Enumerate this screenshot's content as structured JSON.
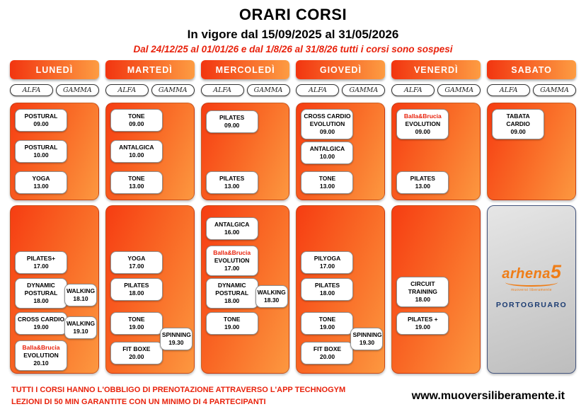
{
  "header": {
    "title": "ORARI CORSI",
    "subtitle": "In vigore dal 15/09/2025 al 31/05/2026",
    "notice": "Dal 24/12/25 al 01/01/26 e dal 1/8/26 al 31/8/26 tutti i corsi sono sospesi"
  },
  "groups": {
    "alfa": "ALFA",
    "gamma": "GAMMA"
  },
  "days": [
    {
      "label": "LUNEDÌ",
      "am": [
        {
          "name": "POSTURAL",
          "time": "09.00"
        },
        {
          "name": "POSTURAL",
          "time": "10.00"
        },
        {
          "name": "YOGA",
          "time": "13.00"
        }
      ],
      "pm": [
        {
          "name": "PILATES+",
          "time": "17.00"
        },
        {
          "name": "DYNAMIC POSTURAL",
          "time": "18.00"
        },
        {
          "name": "CROSS CARDIO",
          "time": "19.00"
        },
        {
          "brand": "Balla&Brucia",
          "name": "EVOLUTION",
          "time": "20.10"
        }
      ],
      "side": [
        {
          "name": "WALKING",
          "time": "18.10"
        },
        {
          "name": "WALKING",
          "time": "19.10"
        }
      ]
    },
    {
      "label": "MARTEDÌ",
      "am": [
        {
          "name": "TONE",
          "time": "09.00"
        },
        {
          "name": "ANTALGICA",
          "time": "10.00"
        },
        {
          "name": "TONE",
          "time": "13.00"
        }
      ],
      "pm": [
        {
          "name": "YOGA",
          "time": "17.00"
        },
        {
          "name": "PILATES",
          "time": "18.00"
        },
        {
          "name": "TONE",
          "time": "19.00"
        },
        {
          "name": "FIT BOXE",
          "time": "20.00"
        }
      ],
      "side": [
        {
          "name": "SPINNING",
          "time": "19.30"
        }
      ]
    },
    {
      "label": "MERCOLEDÌ",
      "am": [
        {
          "name": "PILATES",
          "time": "09.00"
        },
        {
          "name": "PILATES",
          "time": "13.00"
        }
      ],
      "pm": [
        {
          "name": "ANTALGICA",
          "time": "16.00"
        },
        {
          "brand": "Balla&Brucia",
          "name": "EVOLUTION",
          "time": "17.00"
        },
        {
          "name": "DYNAMIC POSTURAL",
          "time": "18.00"
        },
        {
          "name": "TONE",
          "time": "19.00"
        }
      ],
      "side": [
        {
          "name": "WALKING",
          "time": "18.30"
        }
      ]
    },
    {
      "label": "GIOVEDÌ",
      "am": [
        {
          "name": "CROSS CARDIO EVOLUTION",
          "time": "09.00"
        },
        {
          "name": "ANTALGICA",
          "time": "10.00"
        },
        {
          "name": "TONE",
          "time": "13.00"
        }
      ],
      "pm": [
        {
          "name": "PILYOGA",
          "time": "17.00"
        },
        {
          "name": "PILATES",
          "time": "18.00"
        },
        {
          "name": "TONE",
          "time": "19.00"
        },
        {
          "name": "FIT BOXE",
          "time": "20.00"
        }
      ],
      "side": [
        {
          "name": "SPINNING",
          "time": "19.30"
        }
      ]
    },
    {
      "label": "VENERDÌ",
      "am": [
        {
          "brand": "Balla&Brucia",
          "name": "EVOLUTION",
          "time": "09.00"
        },
        {
          "name": "PILATES",
          "time": "13.00"
        }
      ],
      "pm": [
        {
          "name": "CIRCUIT TRAINING",
          "time": "18.00"
        },
        {
          "name": "PILATES +",
          "time": "19.00"
        }
      ],
      "side": []
    },
    {
      "label": "SABATO",
      "am": [
        {
          "name": "TABATA CARDIO",
          "time": "09.00"
        }
      ],
      "pm": [],
      "side": []
    }
  ],
  "logo": {
    "brand": "arhena",
    "number": "5",
    "tagline": "muoversi liberamente",
    "city": "PORTOGRUARO"
  },
  "footer": {
    "note1": "TUTTI I CORSI HANNO L'OBBLIGO DI PRENOTAZIONE ATTRAVERSO L'APP TECHNOGYM",
    "note2": "LEZIONI DI 50 MIN GARANTITE CON UN MINIMO DI 4 PARTECIPANTI",
    "website": "www.muoversiliberamente.it"
  },
  "colors": {
    "accent_red": "#f23510",
    "accent_orange": "#fd9c42",
    "notice_red": "#e8220c",
    "logo_orange": "#ef7d17",
    "city_navy": "#1c3c72"
  }
}
